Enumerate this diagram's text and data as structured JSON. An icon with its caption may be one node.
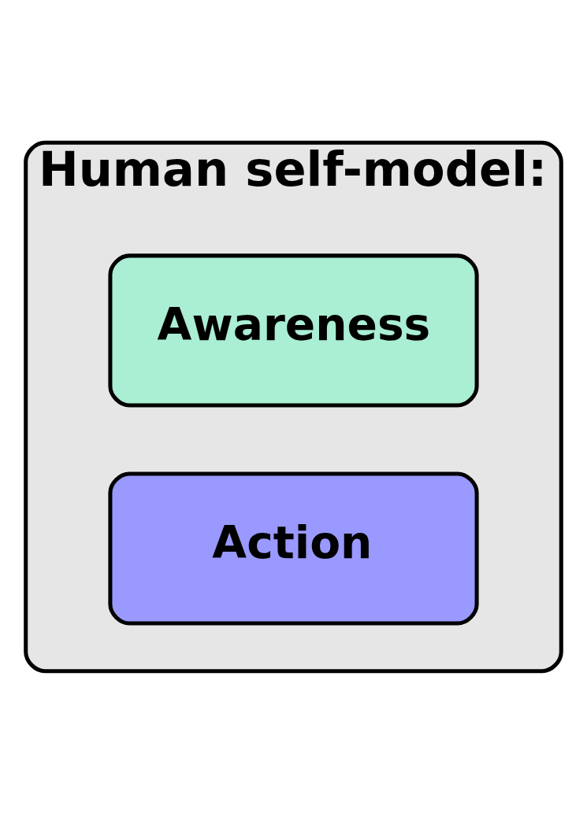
{
  "diagram": {
    "nodes": [
      {
        "text": [
          "Human self-model:"
        ]
      },
      {
        "text": [
          "Awareness"
        ],
        "in": 0
      },
      {
        "text": [
          "Action"
        ],
        "in": 0
      }
    ]
  }
}
